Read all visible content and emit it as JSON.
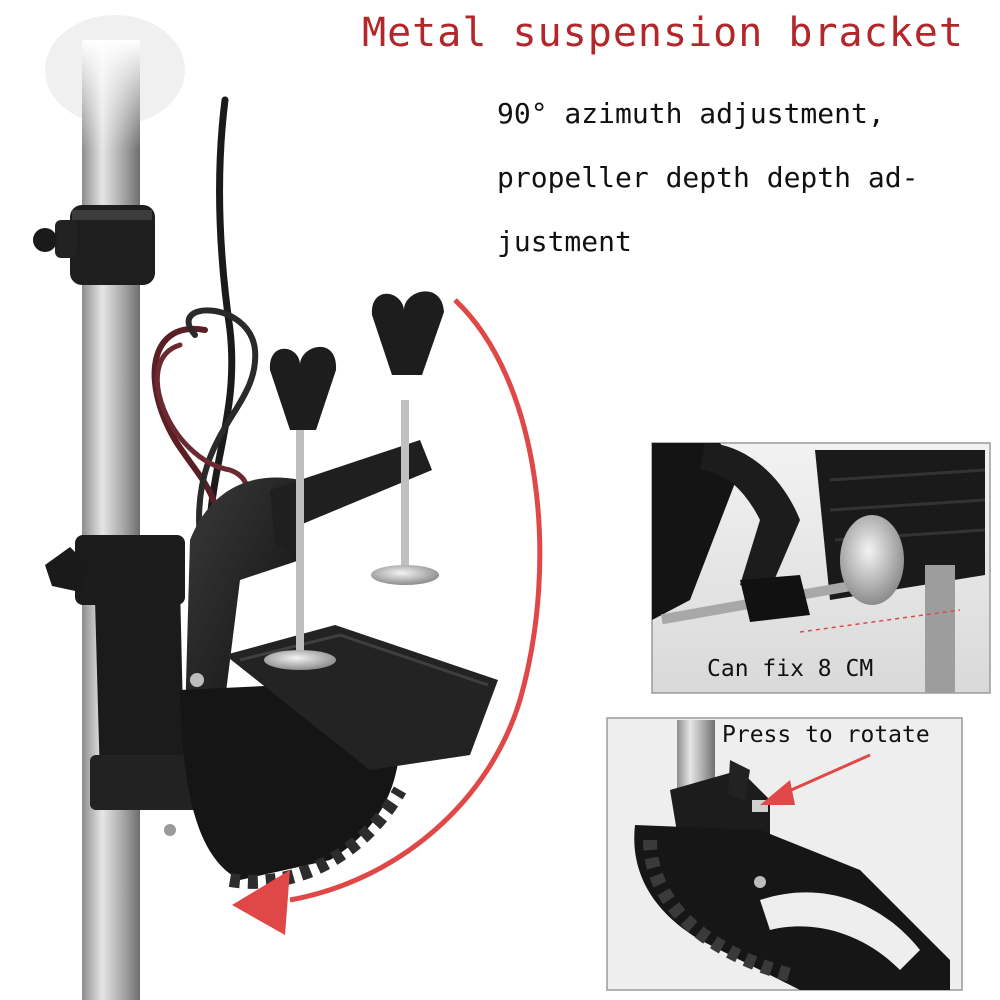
{
  "title": "Metal suspension bracket",
  "description": {
    "line1": "90°  azimuth adjustment,",
    "line2": "propeller depth depth ad-",
    "line3": "justment"
  },
  "insets": {
    "fix_label": "Can fix 8 CM",
    "rotate_label": "Press to rotate"
  },
  "colors": {
    "title": "#b3262a",
    "arrow": "#e04848",
    "bracket": "#1c1c1c",
    "shaft": "#b9b9b9"
  }
}
